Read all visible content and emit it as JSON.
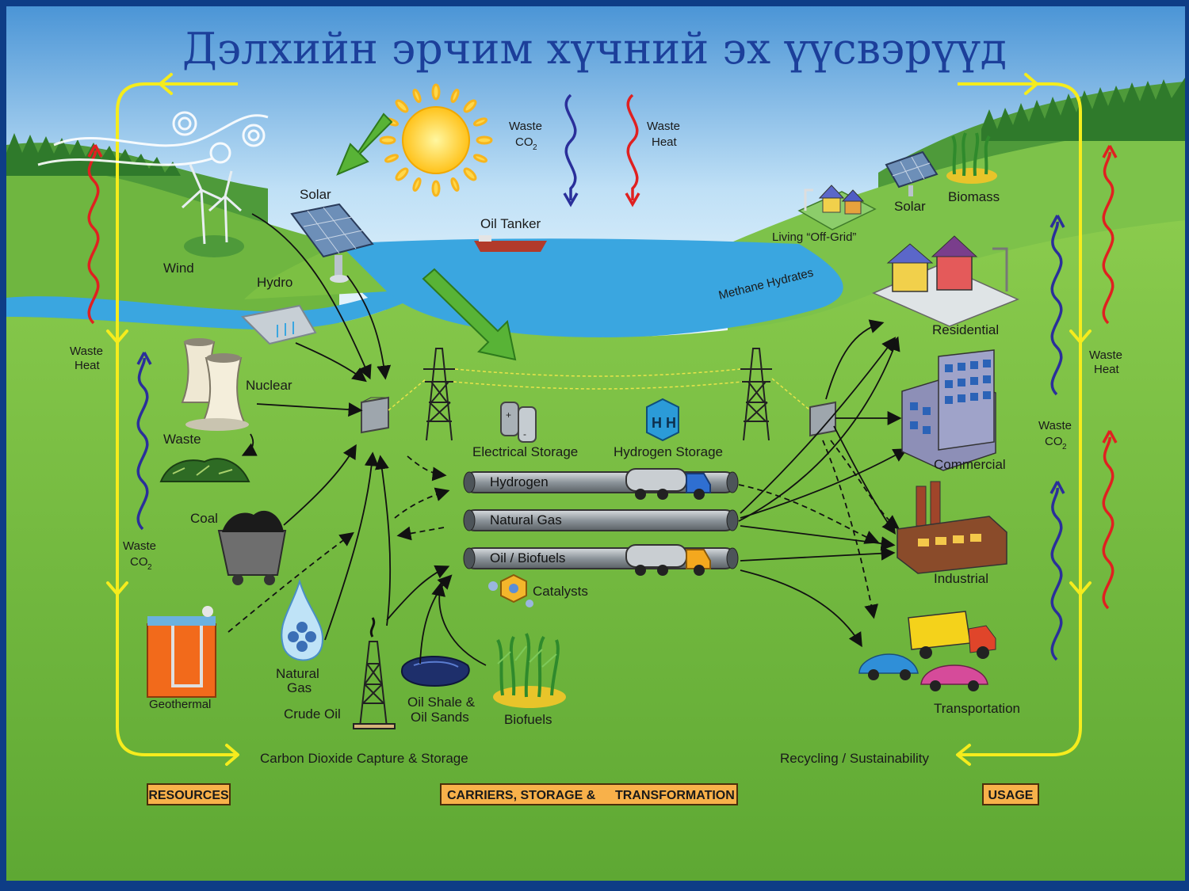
{
  "title": "Дэлхийн эрчим хүчний эх үүсвэрүүд",
  "colors": {
    "sky_top": "#5aa2dc",
    "sky_bottom": "#dff0fb",
    "grass": "#7cc043",
    "water": "#3aa6e0",
    "loop_arrow": "#f5ec1d",
    "waste_heat": "#e02020",
    "waste_co2": "#2a2f9a",
    "green_arrow": "#4caf2b",
    "section_box": "#f8b14a"
  },
  "resources": {
    "wind": "Wind",
    "solar": "Solar",
    "hydro": "Hydro",
    "nuclear": "Nuclear",
    "waste": "Waste",
    "coal": "Coal",
    "geothermal": "Geothermal",
    "natural_gas_line1": "Natural",
    "natural_gas_line2": "Gas",
    "crude_oil": "Crude Oil",
    "oil_shale_line1": "Oil Shale &",
    "oil_shale_line2": "Oil Sands",
    "biofuels": "Biofuels",
    "oil_tanker": "Oil Tanker",
    "methane_hydrates": "Methane Hydrates"
  },
  "emissions": {
    "waste_label": "Waste",
    "heat_label": "Heat",
    "co2_label": "CO",
    "co2_sub": "2"
  },
  "carriers": {
    "electrical_storage": "Electrical Storage",
    "hydrogen_storage": "Hydrogen Storage",
    "hydrogen": "Hydrogen",
    "natural_gas": "Natural Gas",
    "oil_biofuels": "Oil / Biofuels",
    "catalysts": "Catalysts"
  },
  "usage": {
    "living_off_grid": "Living “Off-Grid”",
    "solar": "Solar",
    "biomass": "Biomass",
    "residential": "Residential",
    "commercial": "Commercial",
    "industrial": "Industrial",
    "transportation": "Transportation"
  },
  "bottom": {
    "carbon_capture": "Carbon Dioxide Capture & Storage",
    "recycling": "Recycling / Sustainability",
    "resources_box": "RESOURCES",
    "carriers_box_part1": "CARRIERS, STORAGE &",
    "carriers_box_part2": "TRANSFORMATION",
    "usage_box": "USAGE"
  }
}
